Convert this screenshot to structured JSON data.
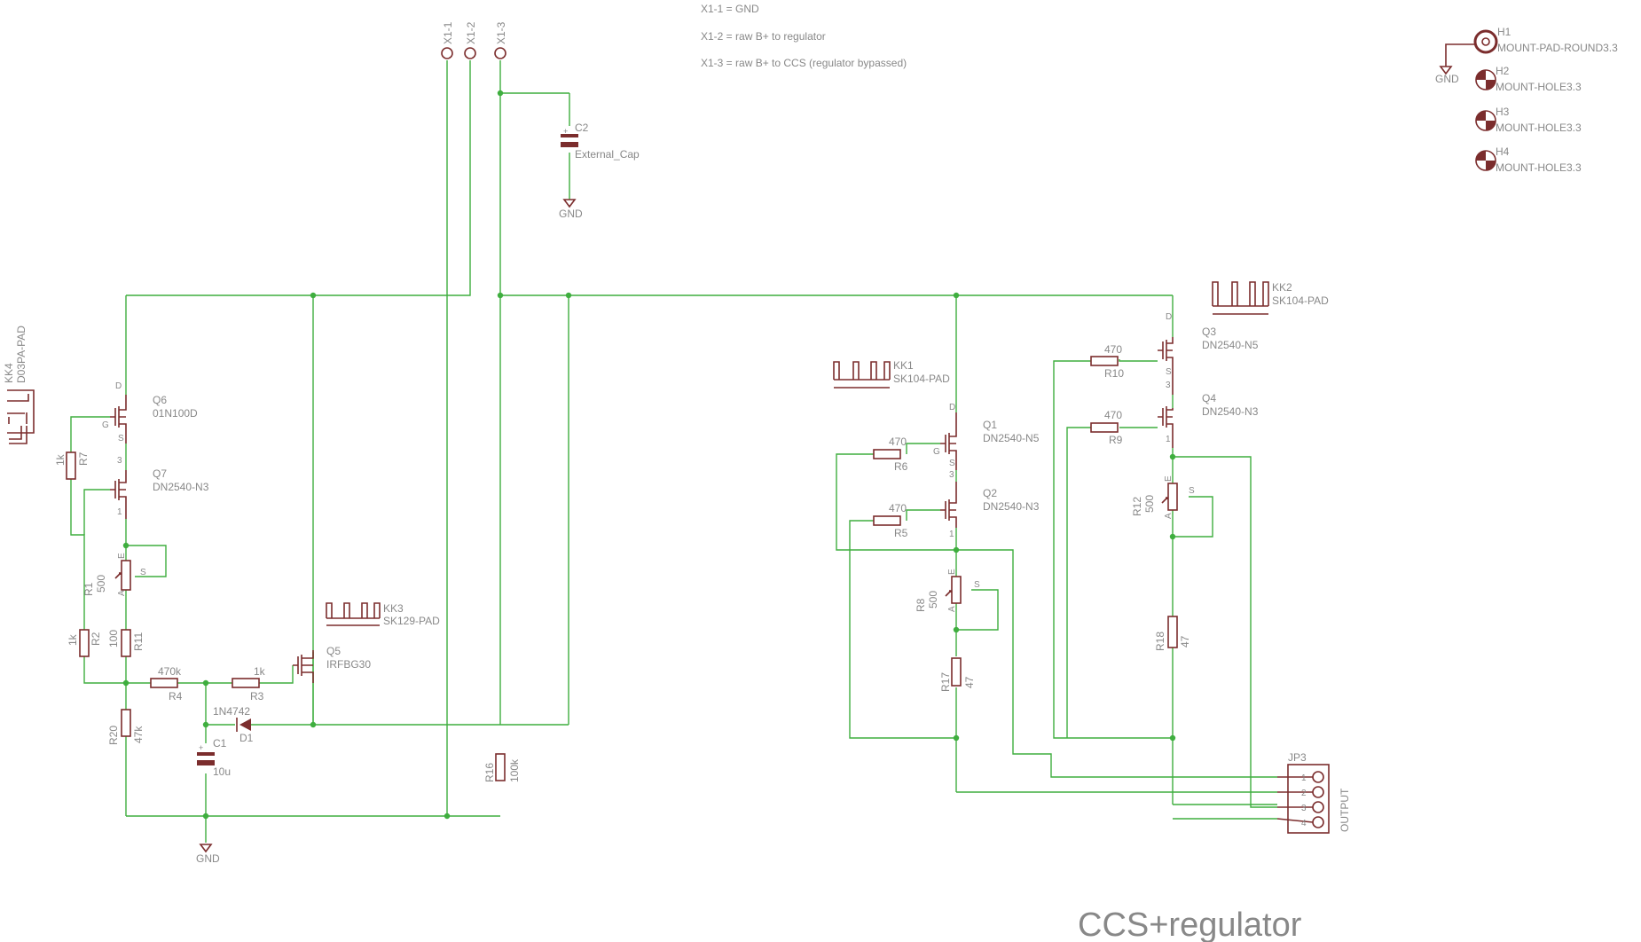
{
  "schematic": {
    "title": "CCS+regulator",
    "notes": [
      "X1-1 = GND",
      "X1-2 = raw B+ to regulator",
      "X1-3 = raw B+ to CCS (regulator bypassed)"
    ],
    "gnd_label": "GND",
    "connector_pins": [
      "X1-1",
      "X1-2",
      "X1-3"
    ],
    "output": {
      "name": "JP3",
      "label": "OUTPUT",
      "pins": [
        "1",
        "2",
        "3",
        "4"
      ]
    },
    "mounting": [
      {
        "name": "H1",
        "value": "MOUNT-PAD-ROUND3.3"
      },
      {
        "name": "H2",
        "value": "MOUNT-HOLE3.3"
      },
      {
        "name": "H3",
        "value": "MOUNT-HOLE3.3"
      },
      {
        "name": "H4",
        "value": "MOUNT-HOLE3.3"
      }
    ],
    "heatsinks": {
      "kk1": {
        "name": "KK1",
        "value": "SK104-PAD"
      },
      "kk2": {
        "name": "KK2",
        "value": "SK104-PAD"
      },
      "kk3": {
        "name": "KK3",
        "value": "SK129-PAD"
      },
      "kk4": {
        "name": "KK4",
        "value": "D03PA-PAD"
      }
    },
    "transistors": {
      "q1": {
        "name": "Q1",
        "value": "DN2540-N5"
      },
      "q2": {
        "name": "Q2",
        "value": "DN2540-N3"
      },
      "q3": {
        "name": "Q3",
        "value": "DN2540-N5"
      },
      "q4": {
        "name": "Q4",
        "value": "DN2540-N3"
      },
      "q5": {
        "name": "Q5",
        "value": "IRFBG30"
      },
      "q6": {
        "name": "Q6",
        "value": "01N100D"
      },
      "q7": {
        "name": "Q7",
        "value": "DN2540-N3"
      }
    },
    "resistors": {
      "r1": {
        "name": "R1",
        "value": "500"
      },
      "r2": {
        "name": "R2",
        "value": "1k"
      },
      "r3": {
        "name": "R3",
        "value": "1k"
      },
      "r4": {
        "name": "R4",
        "value": "470k"
      },
      "r5": {
        "name": "R5",
        "value": "470"
      },
      "r6": {
        "name": "R6",
        "value": "470"
      },
      "r7": {
        "name": "R7",
        "value": "1k"
      },
      "r8": {
        "name": "R8",
        "value": "500"
      },
      "r9": {
        "name": "R9",
        "value": "470"
      },
      "r10": {
        "name": "R10",
        "value": "470"
      },
      "r11": {
        "name": "R11",
        "value": "100"
      },
      "r12": {
        "name": "R12",
        "value": "500"
      },
      "r16": {
        "name": "R16",
        "value": "100k"
      },
      "r17": {
        "name": "R17",
        "value": "47"
      },
      "r18": {
        "name": "R18",
        "value": "47"
      },
      "r20": {
        "name": "R20",
        "value": "47k"
      }
    },
    "capacitors": {
      "c1": {
        "name": "C1",
        "value": "10u"
      },
      "c2": {
        "name": "C2",
        "value": "External_Cap"
      }
    },
    "diode": {
      "name": "D1",
      "value": "1N4742"
    },
    "pin_labels": {
      "d": "D",
      "g": "G",
      "s": "S",
      "p1": "1",
      "p3": "3",
      "e": "E",
      "a": "A"
    }
  }
}
